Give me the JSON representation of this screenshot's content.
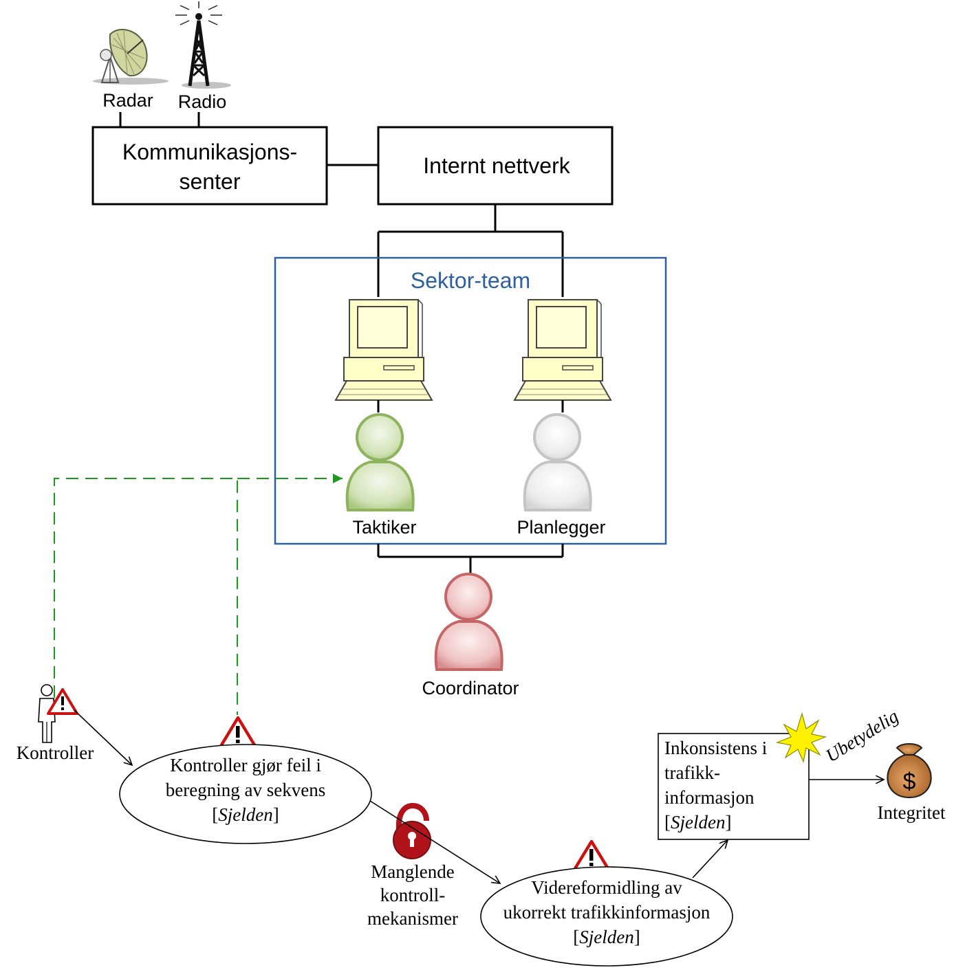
{
  "network": {
    "radar_label": "Radar",
    "radio_label": "Radio",
    "comm_center_line1": "Kommunikasjons-",
    "comm_center_line2": "senter",
    "internal_network": "Internt nettverk"
  },
  "team": {
    "title": "Sektor-team",
    "tactician": "Taktiker",
    "planner": "Planlegger",
    "coordinator": "Coordinator"
  },
  "threat": {
    "actor": "Kontroller",
    "scenario1": {
      "line1": "Kontroller gjør feil i",
      "line2": "beregning av sekvens",
      "freq_open": "[",
      "freq": "Sjelden",
      "freq_close": "]"
    },
    "vulnerability": {
      "line1": "Manglende",
      "line2": "kontroll-",
      "line3": "mekanismer"
    },
    "scenario2": {
      "line1": "Videreformidling av",
      "line2": "ukorrekt trafikkinformasjon",
      "freq_open": "[",
      "freq": "Sjelden",
      "freq_close": "]"
    },
    "incident": {
      "line1": "Inkonsistens i",
      "line2": "trafikk-",
      "line3": "informasjon",
      "freq_open": "[",
      "freq": "Sjelden",
      "freq_close": "]"
    },
    "consequence": "Ubetydelig",
    "asset": "Integritet",
    "asset_symbol": "$"
  },
  "colors": {
    "team_frame": "#2e5f9e",
    "tactician": "#8db35c",
    "planner": "#c4c4c4",
    "coordinator": "#c56666",
    "dashed_arrow": "#1a9a1a",
    "warning": "#cc1111",
    "lock": "#b0141a",
    "money_bag": "#c07a3a",
    "burst": "#fff200"
  },
  "icons": [
    "radar-dish-icon",
    "radio-tower-icon",
    "computer-icon",
    "person-icon",
    "warning-icon",
    "unlock-icon",
    "money-bag-icon",
    "burst-icon",
    "stick-figure-icon"
  ]
}
